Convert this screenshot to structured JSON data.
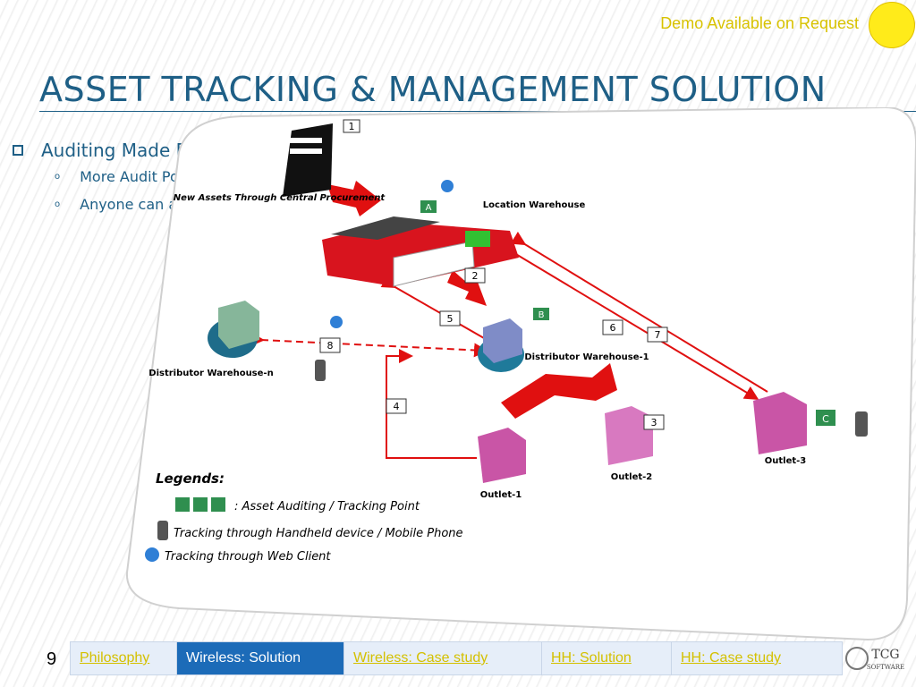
{
  "header": {
    "demo_text": "Demo Available on Request"
  },
  "slide": {
    "title": "ASSET TRACKING & MANAGEMENT SOLUTION",
    "page_number": "9"
  },
  "bullets": {
    "main": "Auditing Made Easy",
    "subs": [
      "More Audit Points",
      "Anyone can audit"
    ]
  },
  "diagram": {
    "nodes": {
      "procurement": "New Assets Through Central Procurement",
      "location_warehouse": "Location Warehouse",
      "distributor_1": "Distributor Warehouse-1",
      "distributor_n": "Distributor Warehouse-n",
      "outlet_1": "Outlet-1",
      "outlet_2": "Outlet-2",
      "outlet_3": "Outlet-3"
    },
    "point_labels": [
      "A",
      "B",
      "C"
    ],
    "step_numbers": [
      "1",
      "2",
      "3",
      "4",
      "5",
      "6",
      "7",
      "8"
    ],
    "legend": {
      "title": "Legends:",
      "items": [
        ": Asset Auditing / Tracking Point",
        "Tracking through Handheld device / Mobile Phone",
        "Tracking through Web Client"
      ]
    }
  },
  "footer": {
    "tabs": [
      "Philosophy",
      "Wireless: Solution",
      "Wireless: Case study",
      "HH: Solution",
      "HH: Case study"
    ],
    "active_tab": 1
  },
  "logo": {
    "name": "TCG",
    "sub": "SOFTWARE"
  },
  "colors": {
    "title": "#1e5f86",
    "link": "#d4c000",
    "active_tab": "#1c6bb8",
    "arrow": "#e01010",
    "building_red": "#d8141e",
    "outlet": "#c955a6",
    "point": "#2f8f4f"
  }
}
